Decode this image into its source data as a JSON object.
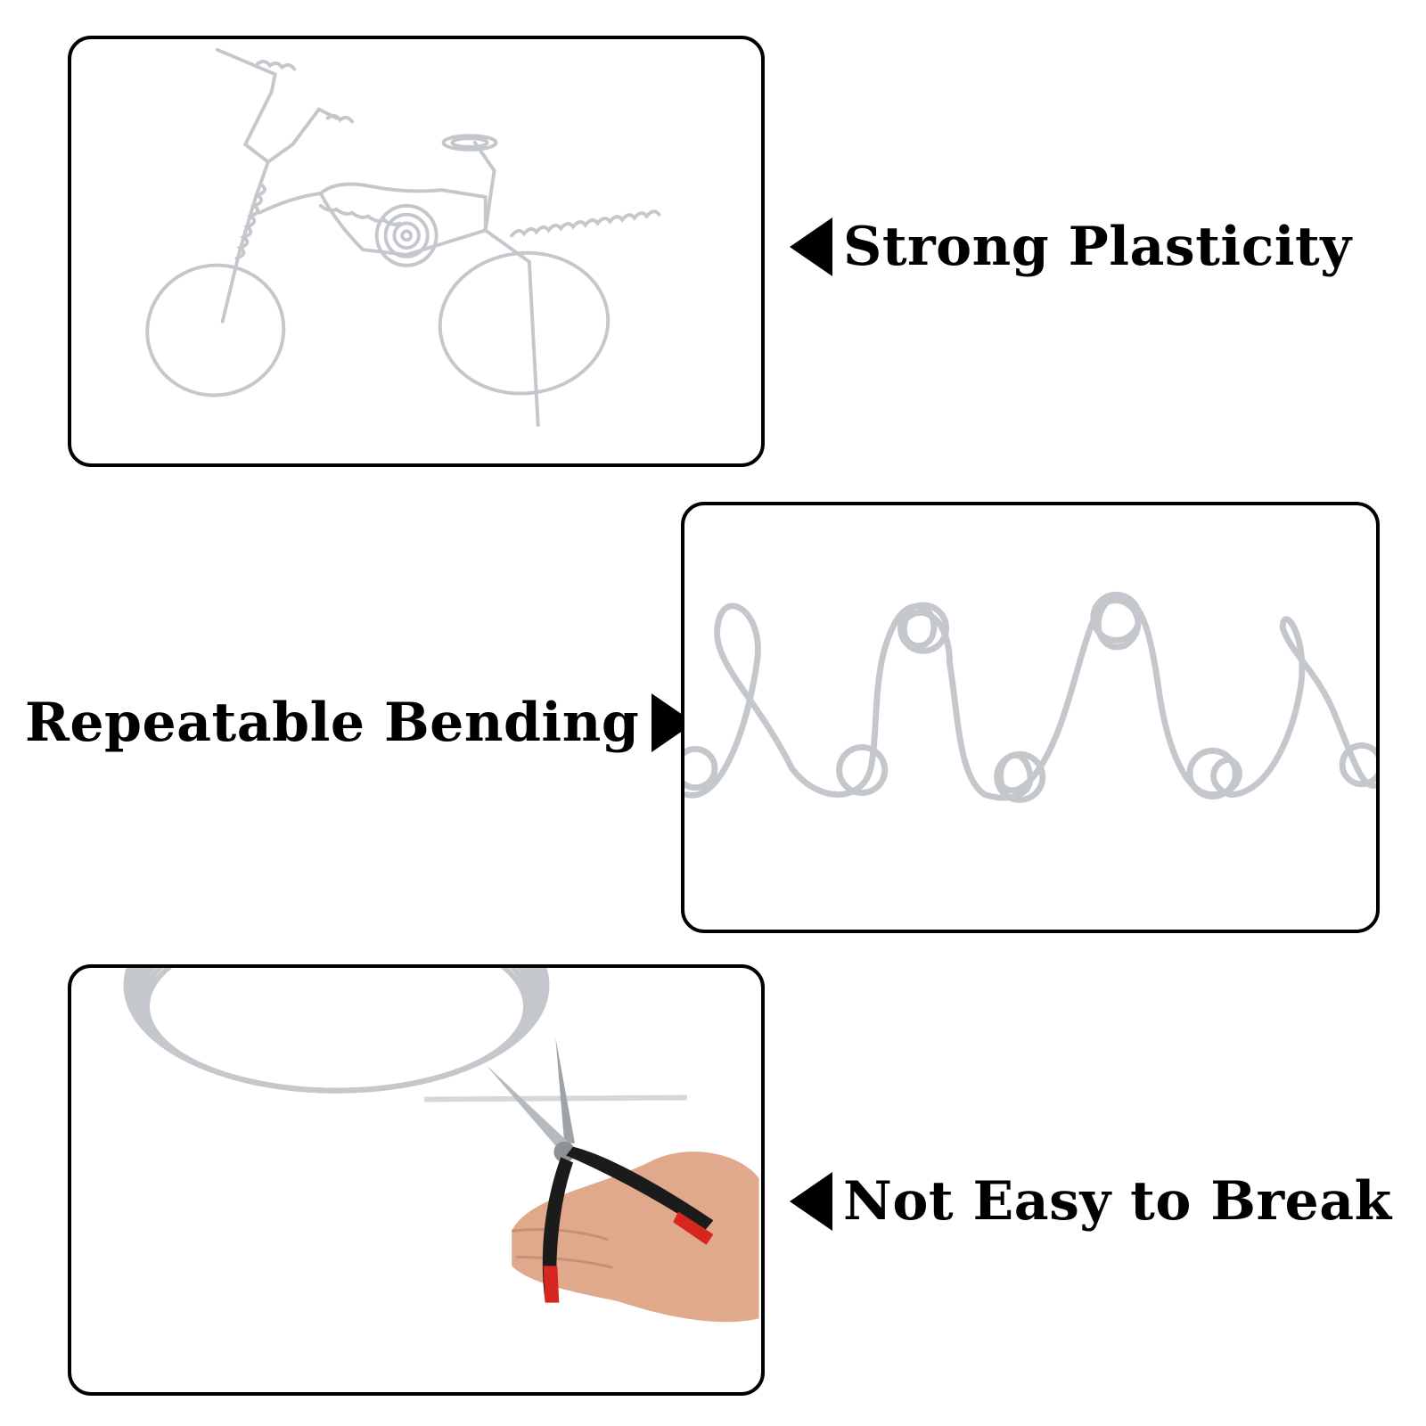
{
  "features": [
    {
      "label": "Strong Plasticity",
      "arrow": "left",
      "image": "wire-bicycle-sculpture"
    },
    {
      "label": "Repeatable Bending",
      "arrow": "right",
      "image": "bent-wire-loops"
    },
    {
      "label": "Not Easy to Break",
      "arrow": "left",
      "image": "wire-coil-with-pliers"
    }
  ],
  "colors": {
    "border": "#000000",
    "text": "#000000",
    "wire": "#c4c8cc",
    "plier_red": "#d7261f",
    "plier_black": "#1b1b1b",
    "skin": "#e1a98c"
  }
}
